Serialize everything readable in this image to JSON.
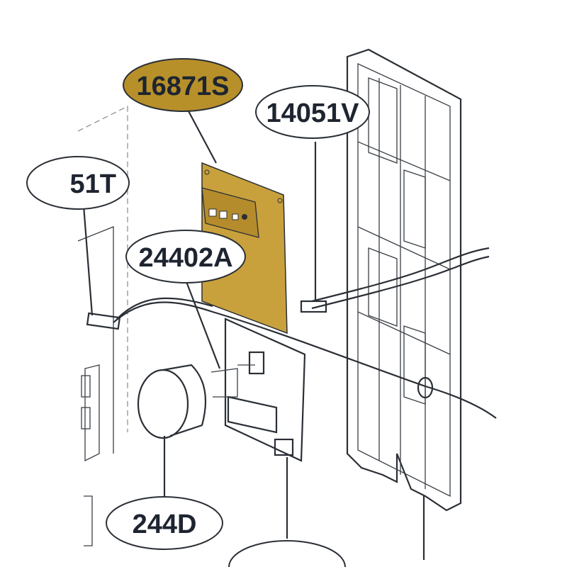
{
  "colors": {
    "highlight": "#b8902a",
    "board": "#c9a13c",
    "outline": "#2a2f36"
  },
  "callouts": [
    {
      "id": "16871S",
      "label": "16871S",
      "highlighted": true
    },
    {
      "id": "14051V",
      "label": "14051V",
      "highlighted": false
    },
    {
      "id": "51T",
      "label": "51T",
      "highlighted": false
    },
    {
      "id": "24402A",
      "label": "24402A",
      "highlighted": false
    },
    {
      "id": "244D",
      "label": "244D",
      "highlighted": false
    }
  ]
}
